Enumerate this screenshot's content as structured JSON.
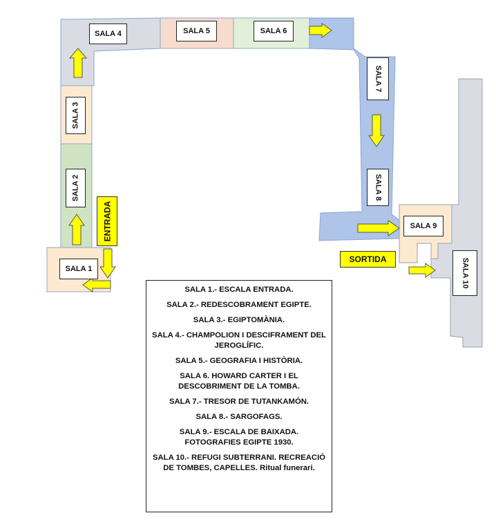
{
  "rooms": {
    "sala1": "SALA 1",
    "sala2": "SALA 2",
    "sala3": "SALA 3",
    "sala4": "SALA 4",
    "sala5": "SALA 5",
    "sala6": "SALA 6",
    "sala7": "SALA 7",
    "sala8": "SALA 8",
    "sala9": "SALA 9",
    "sala10": "SALA 10"
  },
  "entrance_label": "ENTRADA",
  "exit_label": "SORTIDA",
  "legend": [
    "SALA 1.- ESCALA ENTRADA.",
    "SALA 2.- REDESCOBRAMENT EGIPTE.",
    "SALA 3.- EGIPTOMÀNIA.",
    "SALA 4.- CHAMPOLION I DESCIFRAMENT DEL JEROGLÍFIC.",
    "SALA 5.- GEOGRAFIA I HISTÒRIA.",
    "SALA 6. HOWARD CARTER I EL DESCOBRIMENT DE LA TOMBA.",
    "SALA 7.- TRESOR DE TUTANKAMÓN.",
    "SALA 8.- SARGOFAGS.",
    "SALA 9.- ESCALA DE BAIXADA. FOTOGRAFIES EGIPTE 1930.",
    "SALA 10.- REFUGI SUBTERRANI. RECREACIÓ DE TOMBES, CAPELLES. Ritual funerari."
  ],
  "colors": {
    "route_blue": "#aec4e8",
    "light_gray": "#d9dce3",
    "peach": "#fce9cf",
    "green": "#cfe3c2",
    "pink": "#f7dccd",
    "light_green": "#e2f0d9",
    "arrow_yellow": "#ffff00"
  }
}
